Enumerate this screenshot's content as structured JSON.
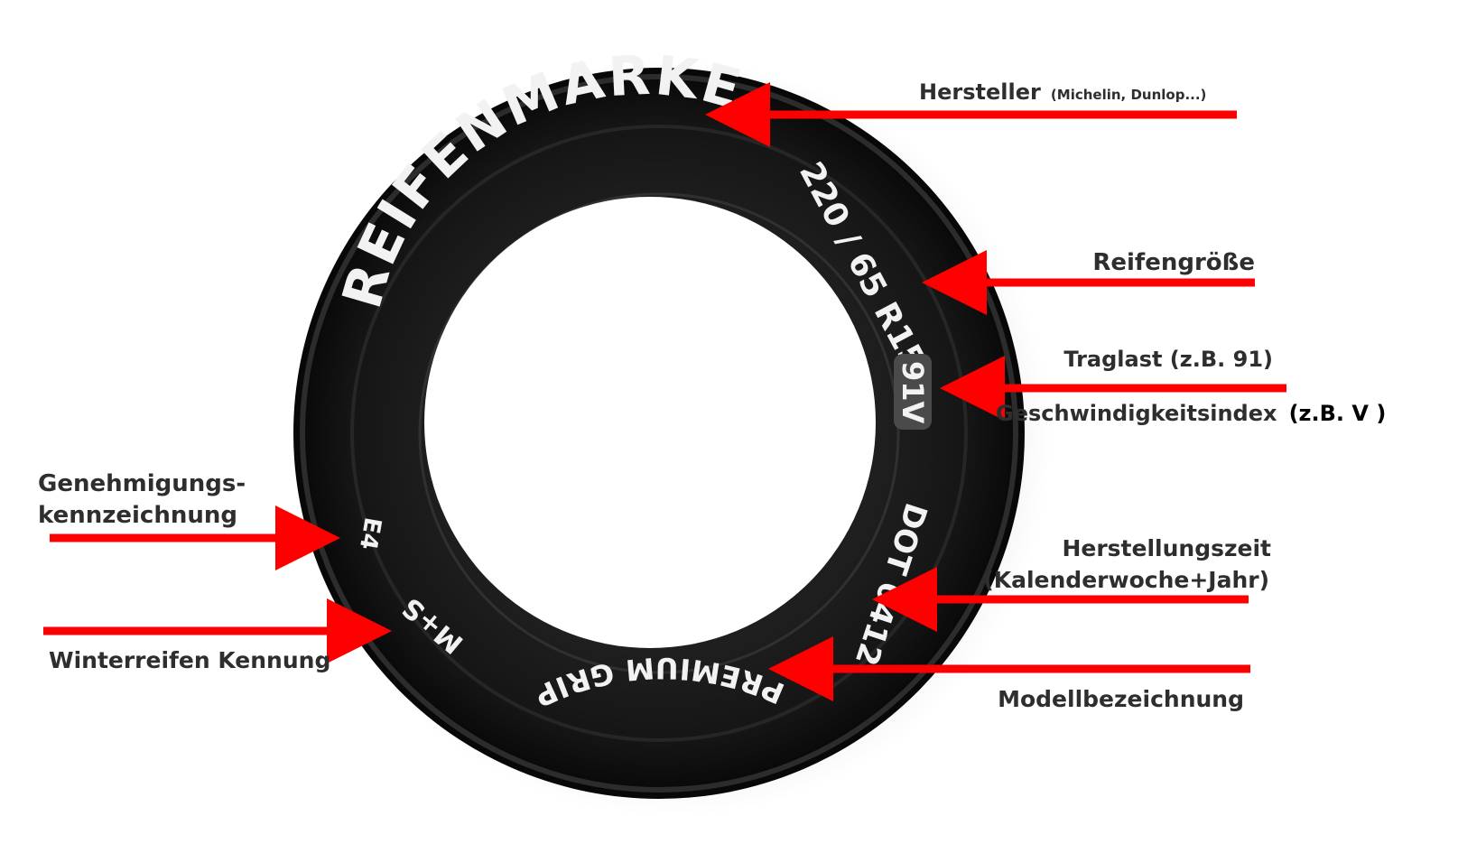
{
  "tire": {
    "brand": "REIFENMARKE",
    "size": "220 / 65 R15",
    "load_speed": "91V",
    "dot": "DOT 0412",
    "model": "PREMIUM GRIP",
    "winter_mark": "M+S",
    "approval_mark": "E4"
  },
  "labels": {
    "manufacturer": "Hersteller",
    "manufacturer_examples": "(Michelin, Dunlop...)",
    "tire_size": "Reifengröße",
    "load_index": "Traglast (z.B. 91)",
    "speed_index": "Geschwindigkeitsindex",
    "speed_index_example": "(z.B. V )",
    "manufacture_date_1": "Herstellungszeit",
    "manufacture_date_2": "(Kalenderwoche+Jahr)",
    "model_name": "Modellbezeichnung",
    "approval_1": "Genehmigungs-",
    "approval_2": "kennzeichnung",
    "winter_id": "Winterreifen Kennung"
  },
  "colors": {
    "arrow": "#ff0000",
    "tire": "#1a1a1a",
    "tire_text": "#f2f2f2",
    "label_text": "#2e2e2e"
  }
}
